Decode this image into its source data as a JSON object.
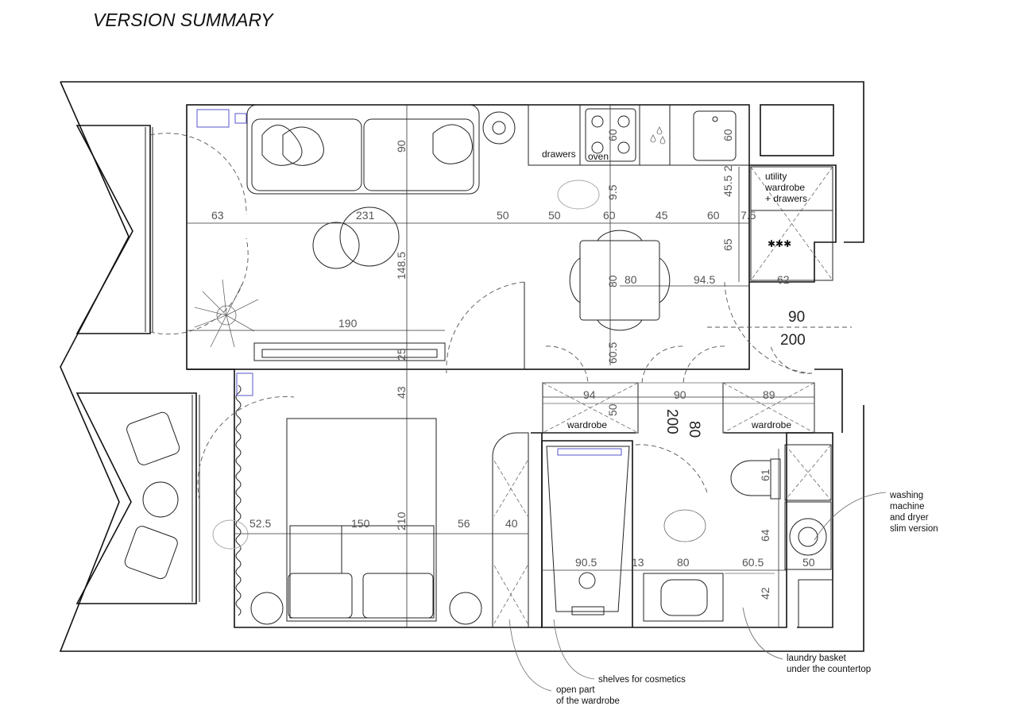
{
  "title": "VERSION SUMMARY",
  "dimensions": {
    "d63": "63",
    "d231": "231",
    "d50a": "50",
    "d50b": "50",
    "d60a": "60",
    "d45": "45",
    "d60b": "60",
    "d7_5": "7.5",
    "d90_sofa": "90",
    "d148_5": "148.5",
    "d190": "190",
    "d25": "25",
    "d43": "43",
    "d60_stove": "60",
    "d60_sink": "60",
    "d9_5": "9.5",
    "d45_5": "45.5",
    "d2": "2",
    "d65": "65",
    "d80a": "80",
    "d80b": "80",
    "d94_5": "94.5",
    "d62": "62",
    "d90_big": "90",
    "d200_big": "200",
    "d60_5_a": "60.5",
    "d94": "94",
    "d90_mid": "90",
    "d89": "89",
    "d50_w": "50",
    "d200_rot": "200",
    "d80_rot": "80",
    "d52_5": "52.5",
    "d150": "150",
    "d210": "210",
    "d56": "56",
    "d40": "40",
    "d90_5": "90.5",
    "d13": "13",
    "d80_c": "80",
    "d60_5_b": "60.5",
    "d61": "61",
    "d64": "64",
    "d50_wm": "50",
    "d42": "42"
  },
  "labels": {
    "drawers": "drawers",
    "oven": "oven",
    "utility_1": "utility",
    "utility_2": "wardrobe",
    "utility_3": "+ drawers",
    "wardrobe_left": "wardrobe",
    "wardrobe_right": "wardrobe",
    "washing_1": "washing",
    "washing_2": "machine",
    "washing_3": "and dryer",
    "washing_4": "slim version",
    "shelves": "shelves for cosmetics",
    "open_1": "open part",
    "open_2": "of the wardrobe",
    "laundry_1": "laundry basket",
    "laundry_2": "under the countertop"
  }
}
